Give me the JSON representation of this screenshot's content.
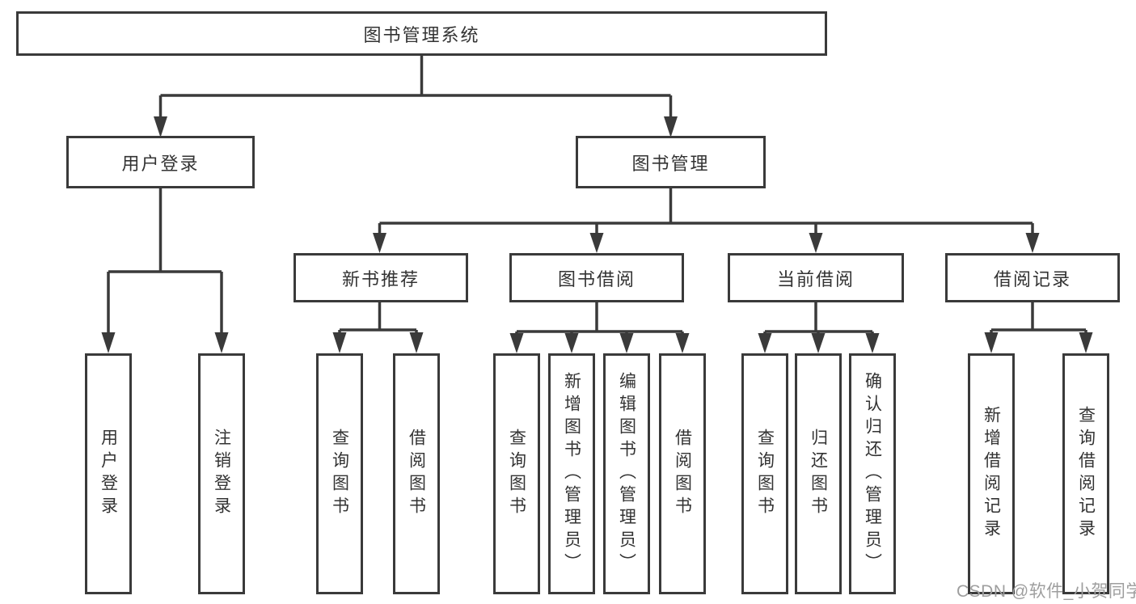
{
  "colors": {
    "line": "#3a3a3a",
    "text": "#333333",
    "watermark": "#9e9e9e",
    "background": "#ffffff"
  },
  "tree": {
    "root": "图书管理系统",
    "user_login": {
      "label": "用户登录",
      "children": {
        "login": "用户登录",
        "logout": "注销登录"
      }
    },
    "book_management": {
      "label": "图书管理",
      "new_book_recommend": {
        "label": "新书推荐",
        "children": {
          "query_books": "查询图书",
          "borrow_books": "借阅图书"
        }
      },
      "book_borrow": {
        "label": "图书借阅",
        "children": {
          "query_books": "查询图书",
          "add_books": "新增图书（管理员）",
          "edit_books": "编辑图书（管理员）",
          "borrow_books": "借阅图书"
        }
      },
      "current_borrow": {
        "label": "当前借阅",
        "children": {
          "query_books": "查询图书",
          "return_books": "归还图书",
          "confirm_return": "确认归还（管理员）"
        }
      },
      "borrow_records": {
        "label": "借阅记录",
        "children": {
          "add_record": "新增借阅记录",
          "query_record": "查询借阅记录"
        }
      }
    }
  },
  "watermark": "CSDN @软件_小贺同学"
}
